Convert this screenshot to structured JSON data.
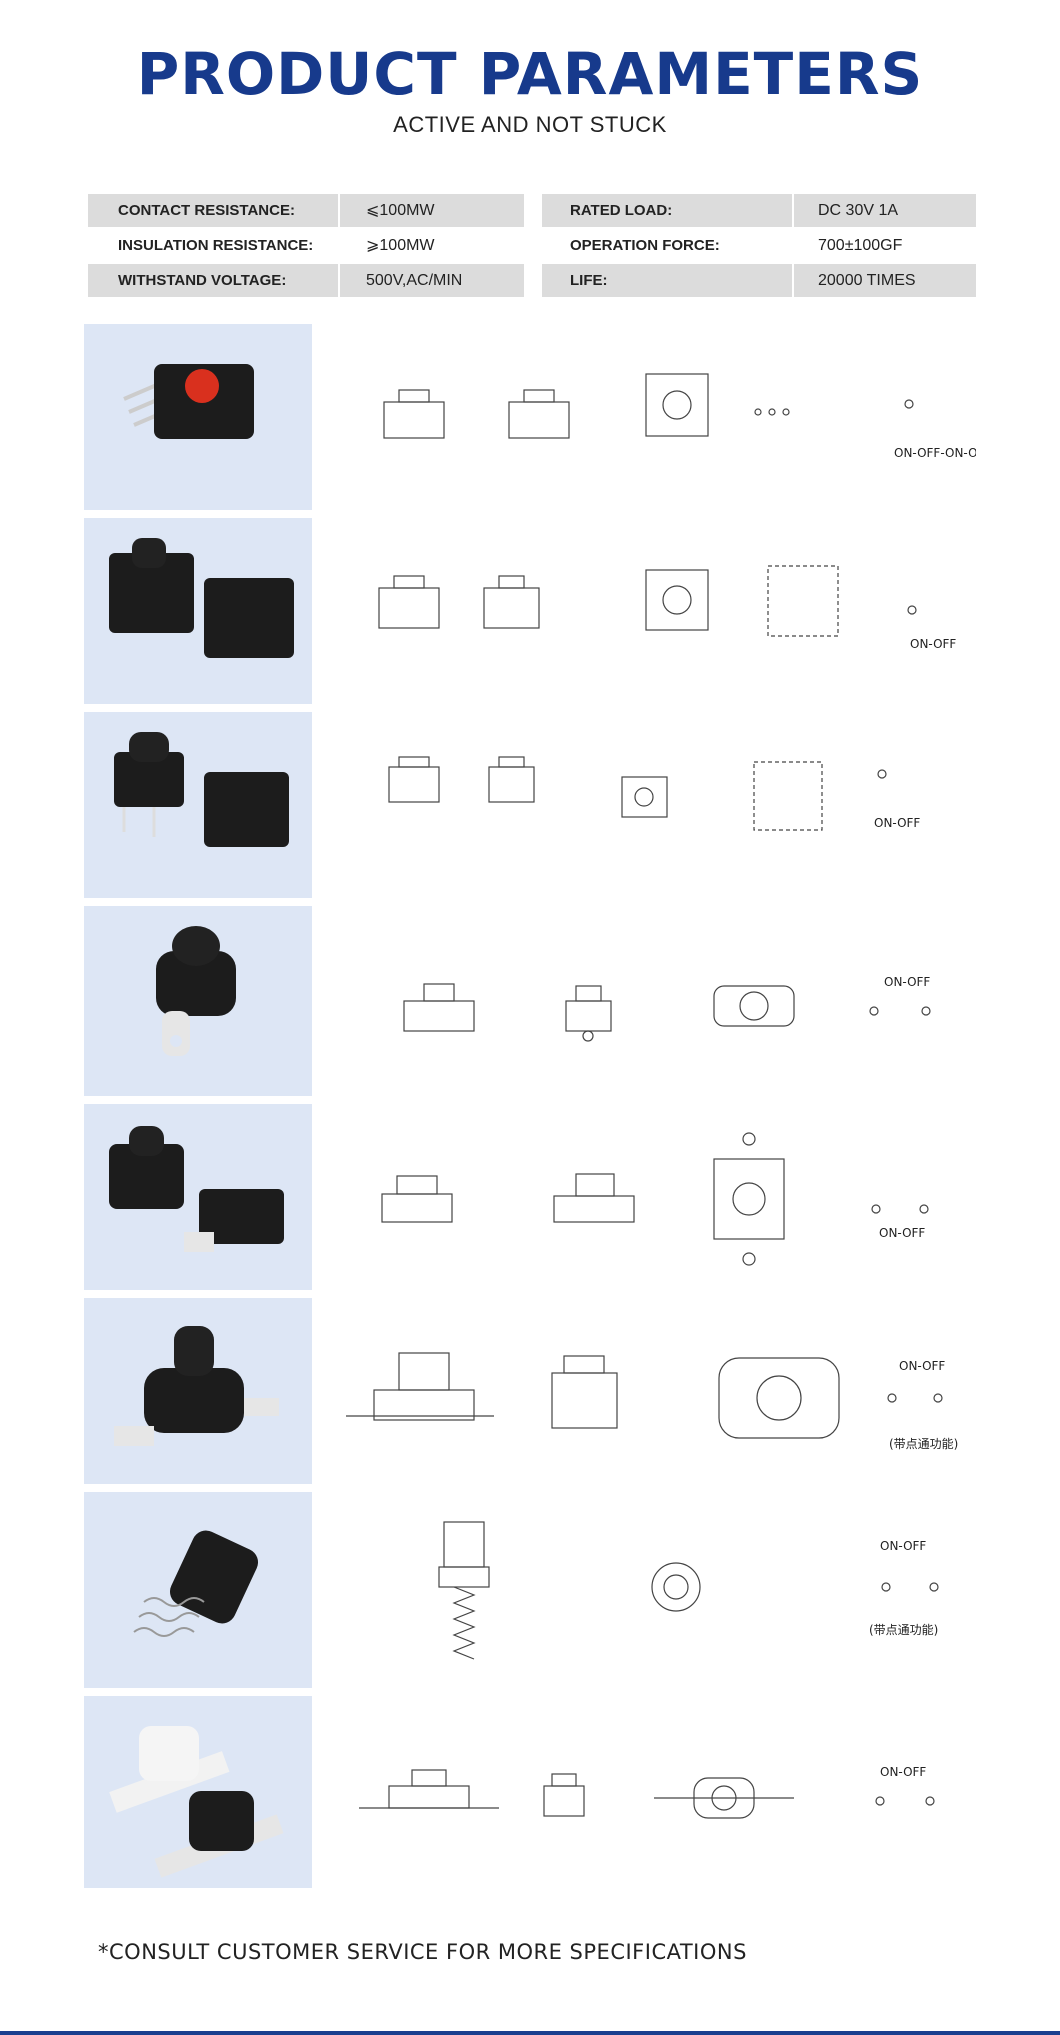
{
  "header": {
    "title": "PRODUCT PARAMETERS",
    "subtitle": "ACTIVE AND NOT STUCK"
  },
  "params": [
    {
      "label1": "CONTACT RESISTANCE:",
      "value1": "⩽100MW",
      "label2": "RATED LOAD:",
      "value2": "DC 30V 1A"
    },
    {
      "label1": "INSULATION RESISTANCE:",
      "value1": "⩾100MW",
      "label2": "OPERATION FORCE:",
      "value2": "700±100GF"
    },
    {
      "label1": "WITHSTAND VOLTAGE:",
      "value1": "500V,AC/MIN",
      "label2": "LIFE:",
      "value2": "20000 TIMES"
    }
  ],
  "products": [
    {
      "mode": "ON-OFF-ON-OFF"
    },
    {
      "mode": "ON-OFF"
    },
    {
      "mode": "ON-OFF"
    },
    {
      "mode": "ON-OFF"
    },
    {
      "mode": "ON-OFF"
    },
    {
      "mode": "ON-OFF",
      "note": "(带点通功能)"
    },
    {
      "mode": "ON-OFF",
      "note": "(带点通功能)"
    },
    {
      "mode": "ON-OFF"
    }
  ],
  "footer": "*CONSULT CUSTOMER SERVICE FOR MORE SPECIFICATIONS",
  "colors": {
    "title": "#173a8c",
    "photo_bg": "#dde6f5",
    "row_shade": "#dcdcdc",
    "bottom_bar": "#1a3f8f"
  }
}
